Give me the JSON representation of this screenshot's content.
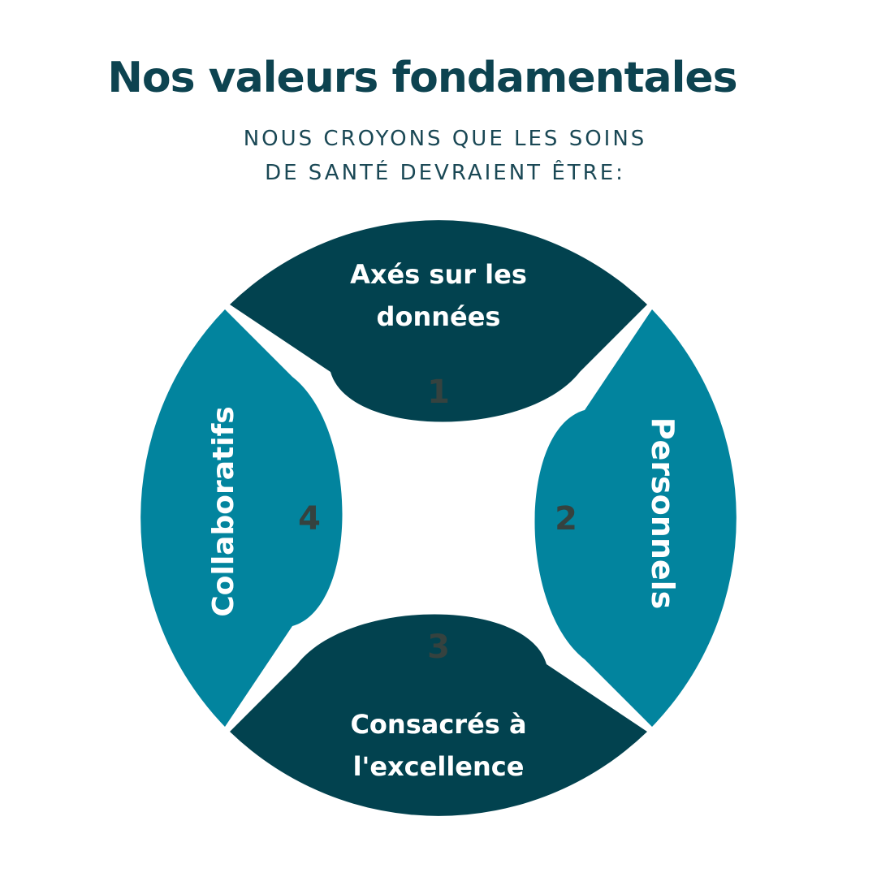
{
  "title": "Nos valeurs fondamentales",
  "subtitle": {
    "line1": "NOUS CROYONS QUE LES SOINS",
    "line2": "DE SANTÉ DEVRAIENT ÊTRE:"
  },
  "colors": {
    "dark_teal": "#02424f",
    "teal": "#02849e",
    "inner_gray": "#7b9ca1",
    "inner_light": "#7bbcc8",
    "number_text": "#35423f",
    "title_text": "#0d4350"
  },
  "segments": [
    {
      "number": "1",
      "label_line1": "Axés sur les",
      "label_line2": "données"
    },
    {
      "number": "2",
      "label": "Personnels"
    },
    {
      "number": "3",
      "label_line1": "Consacrés à",
      "label_line2": "l'excellence"
    },
    {
      "number": "4",
      "label": "Collaboratifs"
    }
  ]
}
